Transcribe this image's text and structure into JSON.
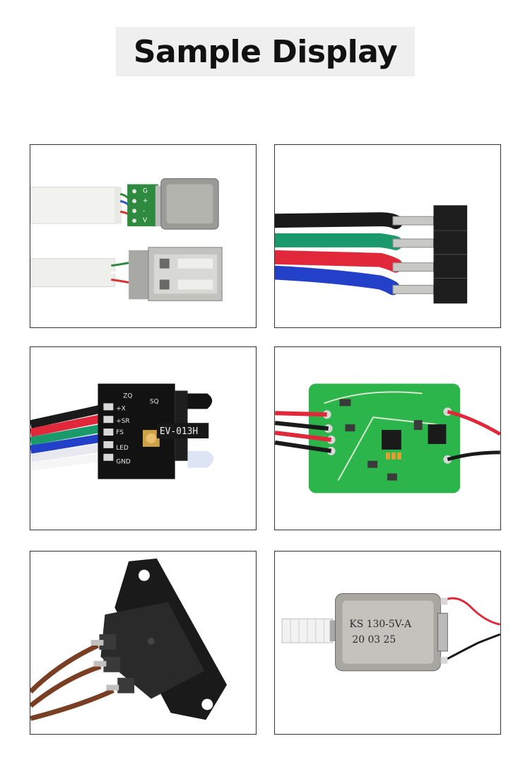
{
  "header": {
    "title": "Sample Display"
  },
  "panels": [
    {
      "name": "usb-cables",
      "icons": [
        "usb-c-connector-icon",
        "usb-a-connector-icon"
      ]
    },
    {
      "name": "wire-harness-connector",
      "wire_colors": [
        "#1a1a1a",
        "#1a9a6a",
        "#e0283a",
        "#2240c8"
      ]
    },
    {
      "name": "sensor-module",
      "labels": [
        "EV-013H",
        "GND",
        "LED",
        "FS",
        "+SR",
        "+X",
        "ZQ",
        "SQ"
      ]
    },
    {
      "name": "green-pcb-board",
      "board_color": "#2bb54a"
    },
    {
      "name": "ac-power-socket",
      "wire_color": "#7a3e22"
    },
    {
      "name": "dc-motor",
      "labels": [
        "KS 130-5V-A",
        "20 03 25"
      ]
    }
  ]
}
